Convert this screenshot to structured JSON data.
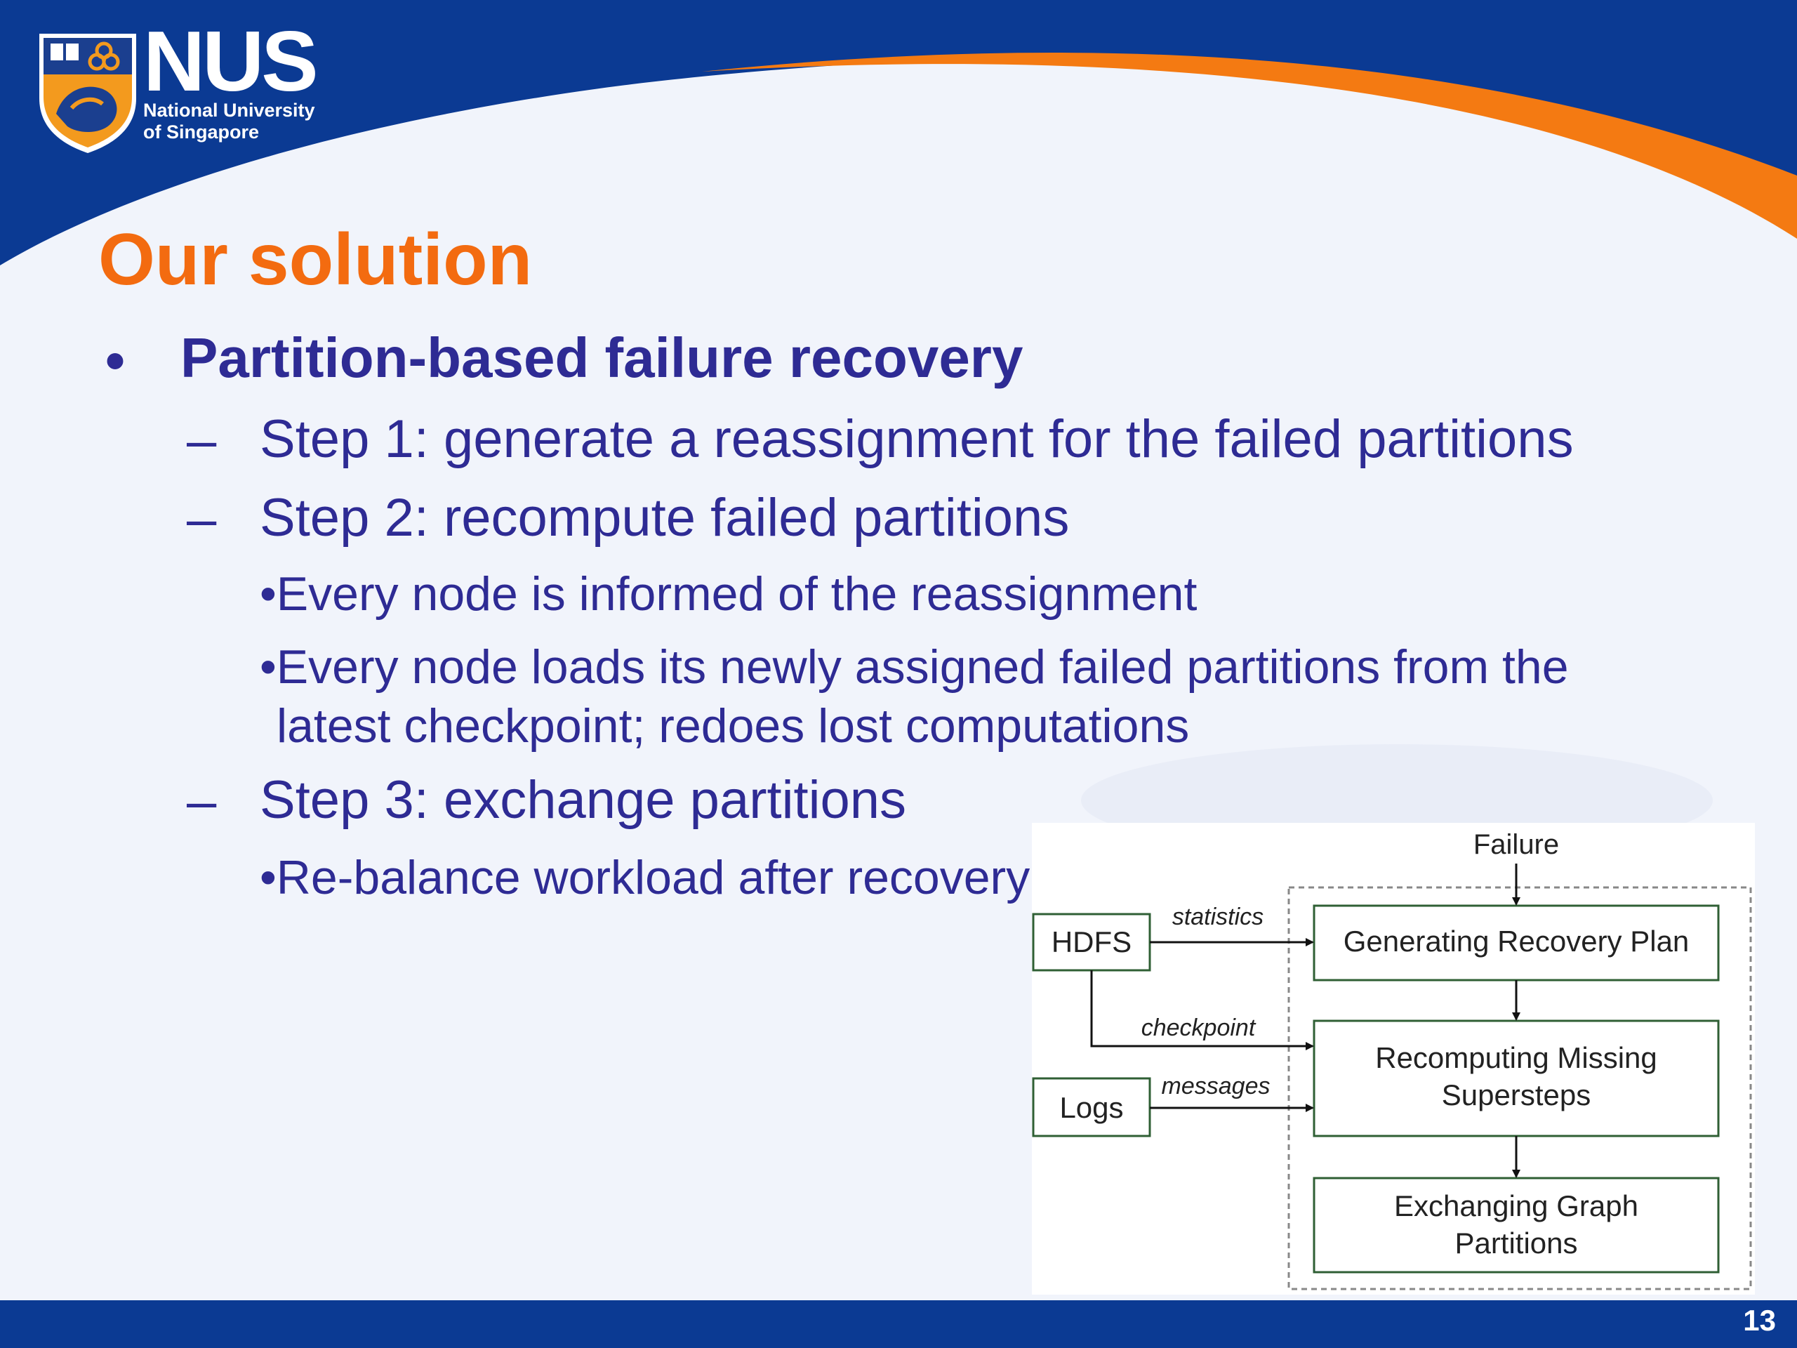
{
  "logo": {
    "wordmark": "NUS",
    "subtitle": "National University\nof Singapore"
  },
  "slide": {
    "title": "Our solution",
    "bullet": "•",
    "heading": "Partition-based failure recovery",
    "dash": "–",
    "step1": "Step 1: generate a reassignment for the failed partitions",
    "step2": "Step 2: recompute failed partitions",
    "step2_item1": "•Every node is informed of the reassignment",
    "step2_item2_line1": "•Every node loads its newly assigned failed partitions from the",
    "step2_item2_line2": "latest checkpoint; redoes lost computations",
    "step3": "Step 3: exchange partitions",
    "step3_item1": "•Re-balance workload after recovery",
    "page_number": "13"
  },
  "diagram": {
    "failure": "Failure",
    "hdfs": "HDFS",
    "logs": "Logs",
    "statistics": "statistics",
    "checkpoint": "checkpoint",
    "messages": "messages",
    "box1": "Generating Recovery Plan",
    "box2_line1": "Recomputing Missing",
    "box2_line2": "Supersteps",
    "box3_line1": "Exchanging Graph",
    "box3_line2": "Partitions"
  },
  "colors": {
    "header_blue": "#0b3a93",
    "accent_orange": "#f36b10",
    "text_indigo": "#2e2b94",
    "background": "#f1f4fb"
  }
}
